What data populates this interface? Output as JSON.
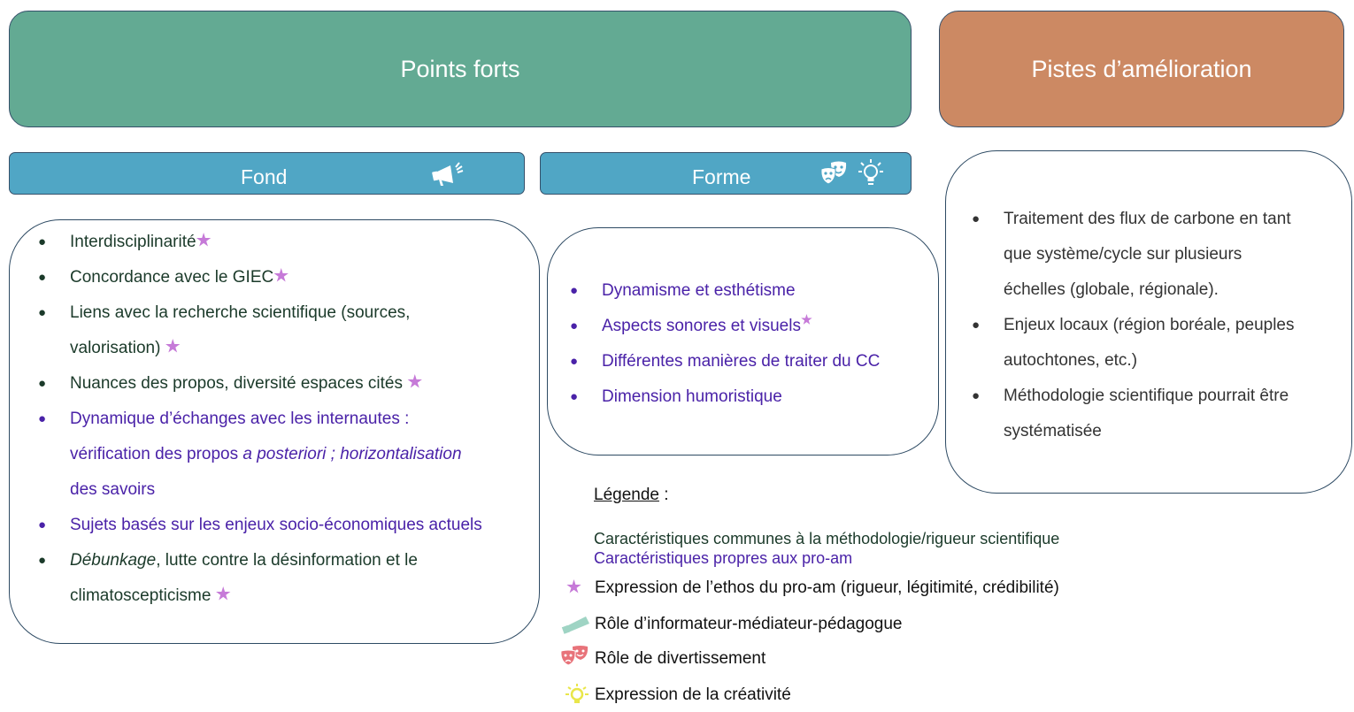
{
  "header": {
    "points_forts": "Points forts",
    "pistes_amelioration": "Pistes d’amélioration"
  },
  "subheaders": {
    "fond": "Fond",
    "forme": "Forme"
  },
  "fond": {
    "items": [
      {
        "text": "Interdisciplinarité",
        "color": "green",
        "star": true
      },
      {
        "text": "Concordance avec le GIEC",
        "color": "green",
        "star": true
      },
      {
        "text": "Liens avec la recherche scientifique (sources,",
        "color": "green",
        "bullet": true
      },
      {
        "text": "valorisation)",
        "color": "green",
        "star": true,
        "continuation": true
      },
      {
        "text": "Nuances des propos, diversité espaces cités",
        "color": "green",
        "star": true
      },
      {
        "text": "Dynamique d’échanges avec les internautes :",
        "color": "purple"
      },
      {
        "text_parts": [
          "vérification des propos ",
          "a posteriori",
          " ; horizontalisation"
        ],
        "color": "purple",
        "continuation": true
      },
      {
        "text": "des savoirs",
        "color": "purple",
        "continuation": true
      },
      {
        "text": "Sujets basés sur les enjeux socio-économiques actuels",
        "color": "purple"
      },
      {
        "text_parts": [
          "Débunkage",
          ", lutte contre la désinformation et le"
        ],
        "color": "green"
      },
      {
        "text": "climatoscepticisme",
        "color": "green",
        "star": true,
        "continuation": true
      }
    ]
  },
  "forme": {
    "items": [
      {
        "text": "Dynamisme et esthétisme"
      },
      {
        "text": "Aspects sonores et visuels",
        "star": true
      },
      {
        "text": "Différentes manières de traiter du CC"
      },
      {
        "text": "Dimension humoristique"
      }
    ]
  },
  "ameliorations": {
    "items": [
      {
        "text": "Traitement des flux de carbone en tant"
      },
      {
        "text": "que système/cycle sur plusieurs",
        "continuation": true
      },
      {
        "text": "échelles (globale, régionale).",
        "continuation": true
      },
      {
        "text": "Enjeux locaux (région boréale, peuples"
      },
      {
        "text": "autochtones, etc.)",
        "continuation": true
      },
      {
        "text": "Méthodologie scientifique pourrait être"
      },
      {
        "text": "systématisée",
        "continuation": true
      }
    ]
  },
  "legend": {
    "title": "Légende",
    "title_suffix": " :",
    "common": "Caractéristiques communes à la méthodologie/rigueur scientifique",
    "proam": "Caractéristiques propres aux pro-am",
    "ethos": "Expression de l’ethos du pro-am (rigueur, légitimité,  crédibilité)",
    "informateur": "Rôle d’informateur-médiateur-pédagogue",
    "divertissement": "Rôle de divertissement",
    "creativite": "Expression de la créativité"
  },
  "colors": {
    "points_forts": "#63aa93",
    "pistes": "#cc8963",
    "subheader": "#50a6c5",
    "common_text": "#1b3a2a",
    "proam_text": "#4a22a8",
    "star": "#c67ad8",
    "megaphone_legend": "#9fd4c4",
    "masks_legend": "#e8737a",
    "bulb_legend": "#e9e64a"
  },
  "icons": {
    "fond": "megaphone-icon",
    "forme": [
      "theater-masks-icon",
      "lightbulb-icon"
    ]
  }
}
